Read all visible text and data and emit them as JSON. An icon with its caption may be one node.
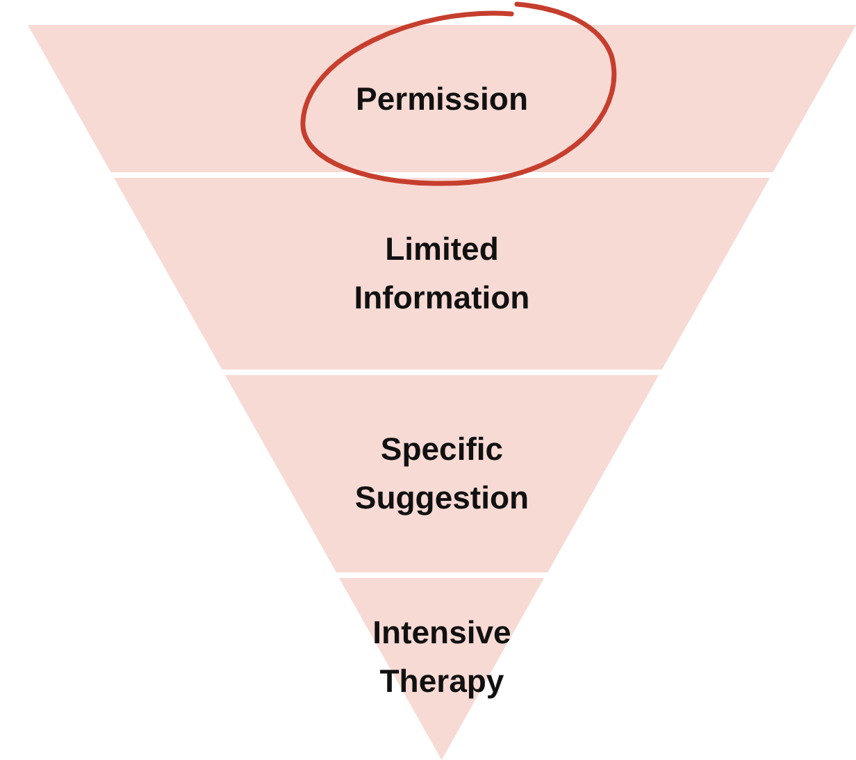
{
  "diagram": {
    "nodes": [
      {
        "text": [
          "Permission"
        ]
      },
      {
        "text": [
          "Limited Information"
        ]
      },
      {
        "text": [
          "Specific Suggestion"
        ]
      },
      {
        "text": [
          "Intensive Therapy"
        ]
      }
    ]
  }
}
